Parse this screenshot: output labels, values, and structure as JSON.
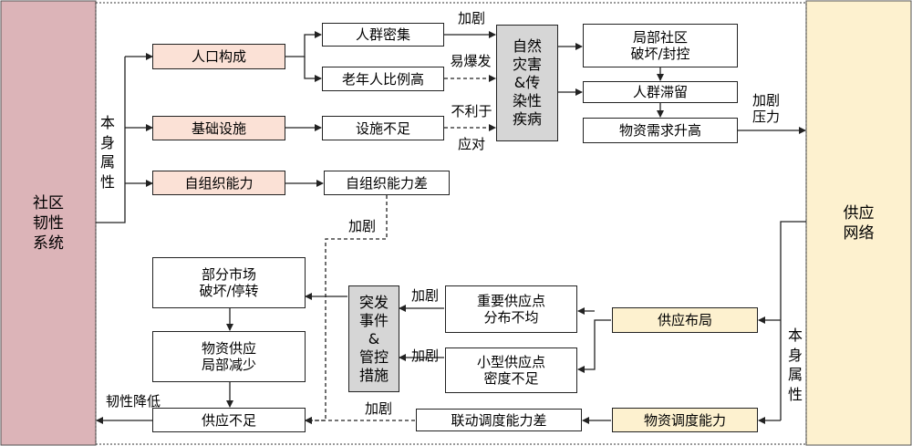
{
  "left_panel": {
    "label": "社区\n韧性\n系统",
    "color": "#dcb4b8"
  },
  "right_panel": {
    "label": "供应\n网络",
    "color": "#fdf1cf"
  },
  "top": {
    "side_label": "本\n身\n属\n性",
    "factors": [
      "人口构成",
      "基础设施",
      "自组织能力"
    ],
    "issues": [
      "人群密集",
      "老年人比例高",
      "设施不足",
      "自组织能力差"
    ],
    "hazard": "自然\n灾害\n&传\n染性\n疾病",
    "effects": [
      "局部社区\n破坏/封控",
      "人群滞留",
      "物资需求升高"
    ],
    "edge_labels": {
      "aggravate": "加剧",
      "explosive": "易爆发",
      "hinder": "不利于",
      "respond": "应对",
      "pressure": "加剧\n压力",
      "aggravate_down": "加剧"
    }
  },
  "bottom": {
    "side_label": "本\n身\n属\n性",
    "factors": [
      "供应布局",
      "物资调度能力"
    ],
    "issues": [
      "重要供应点\n分布不均",
      "小型供应点\n密度不足",
      "联动调度能力差"
    ],
    "event": "突发\n事件\n&\n管控\n措施",
    "effects": [
      "部分市场\n破坏/停转",
      "物资供应\n局部减少",
      "供应不足"
    ],
    "edge_labels": {
      "aggravate1": "加剧",
      "aggravate2": "加剧",
      "aggravate3": "加剧",
      "resilience_down": "韧性降低"
    }
  },
  "colors": {
    "pink": "#fbe1d6",
    "yellow": "#fdf1cf",
    "gray": "#d6d6d6"
  }
}
